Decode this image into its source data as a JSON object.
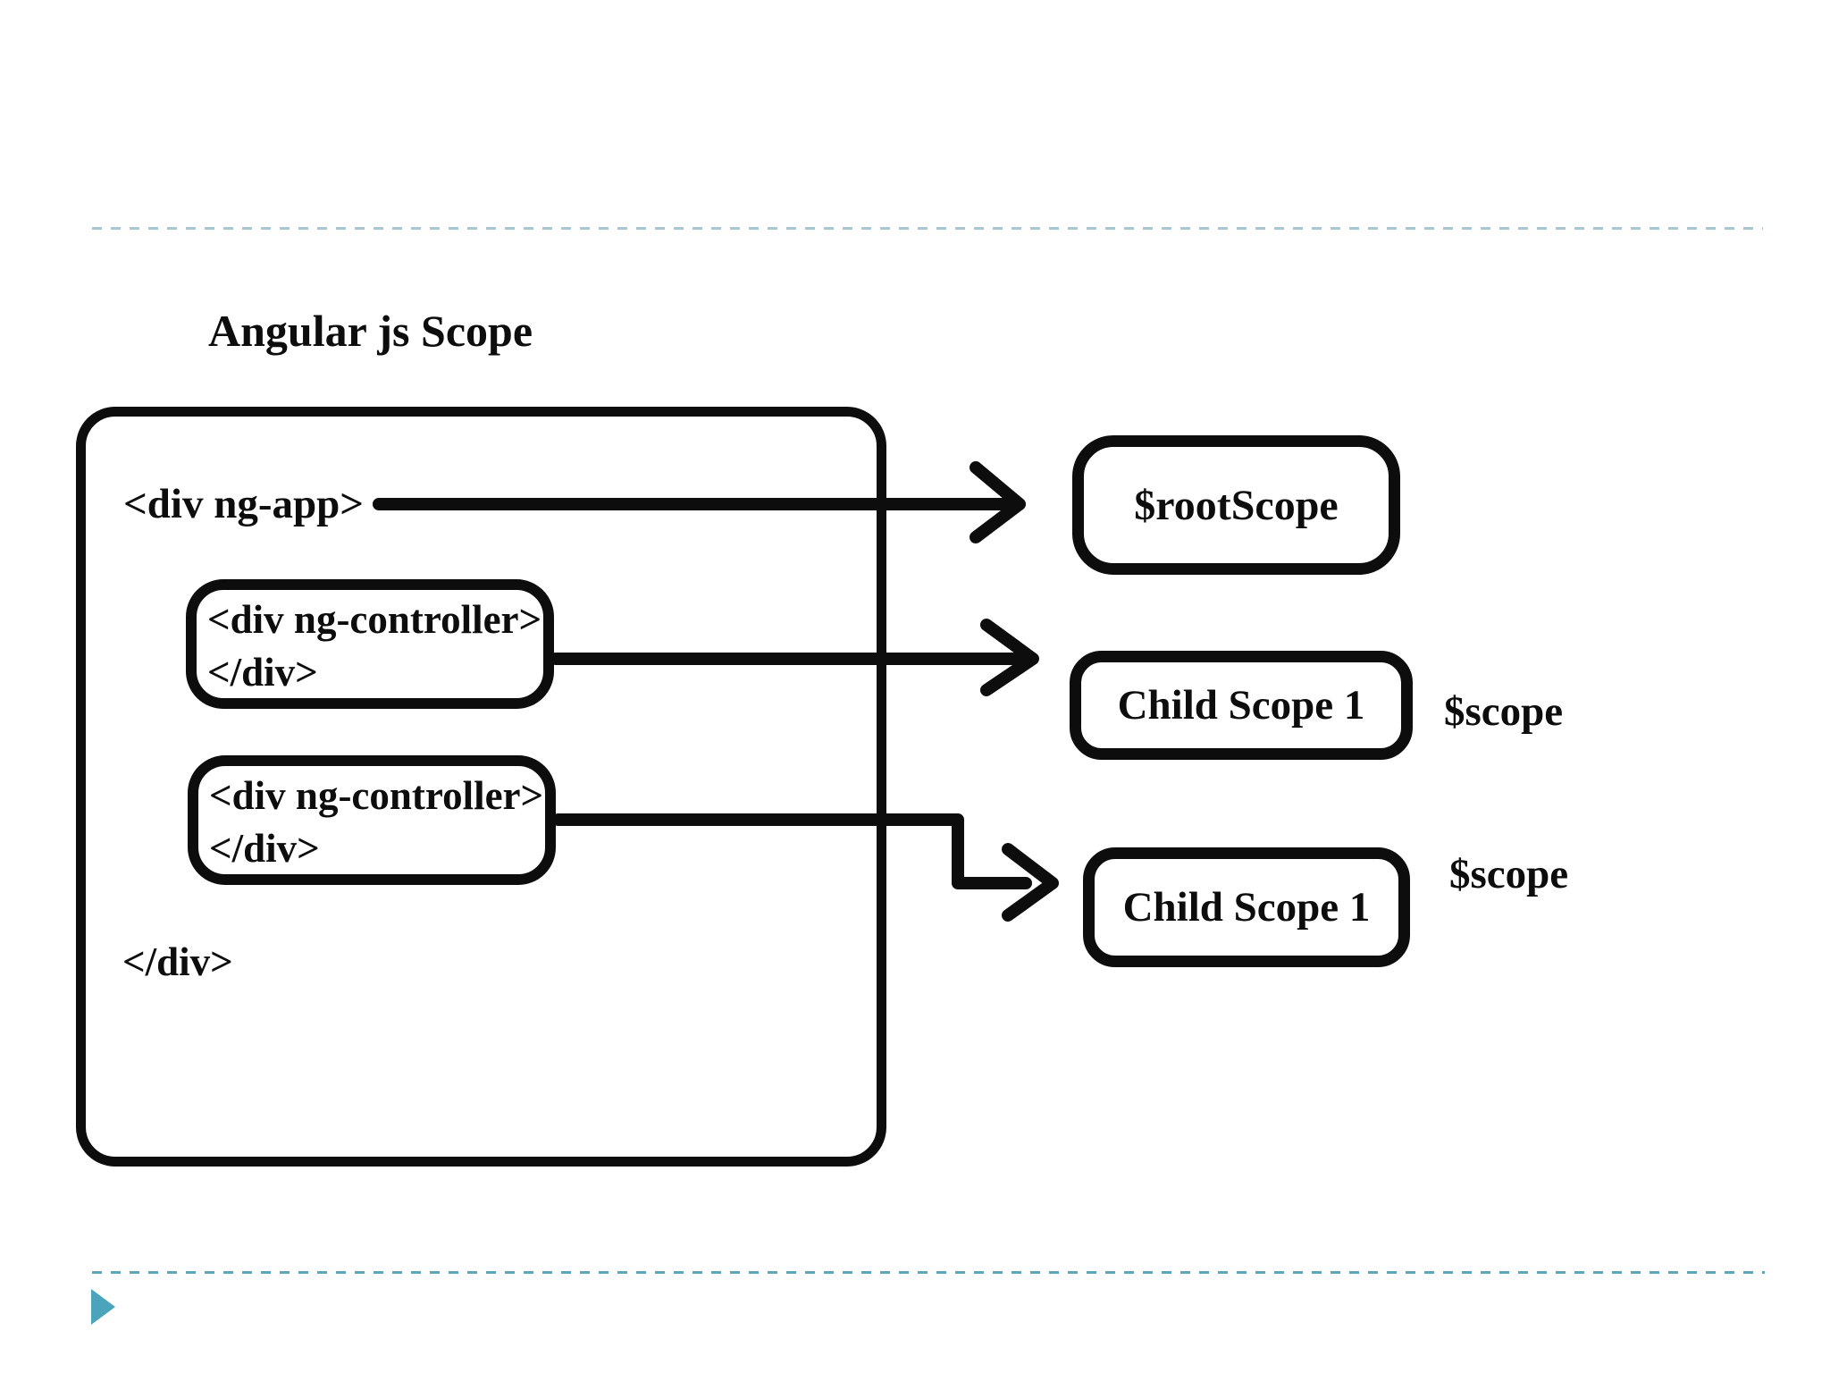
{
  "slide": {
    "title": "Angular js Scope",
    "bg_color": "#ffffff",
    "ink_color": "#0d0d0d",
    "top_separator_color": "#a9c7d2",
    "bottom_separator_color": "#5ea7ba",
    "bullet_color": "#4ba4bb"
  },
  "diagram": {
    "root_container": {
      "open_tag": "<div ng-app>",
      "close_tag": "</div>"
    },
    "controller_blocks": [
      {
        "line1": "<div ng-controller>",
        "line2": "</div>"
      },
      {
        "line1": "<div ng-controller>",
        "line2": "</div>"
      }
    ],
    "scope_boxes": [
      {
        "label": "$rootScope"
      },
      {
        "label": "Child Scope 1"
      },
      {
        "label": "Child Scope 1"
      }
    ],
    "scope_annotations": [
      {
        "text": "$scope"
      },
      {
        "text": "$scope"
      }
    ],
    "arrows": [
      {
        "name": "ng-app-to-rootscope"
      },
      {
        "name": "controller1-to-child-scope-1"
      },
      {
        "name": "controller2-to-child-scope-2"
      }
    ]
  }
}
